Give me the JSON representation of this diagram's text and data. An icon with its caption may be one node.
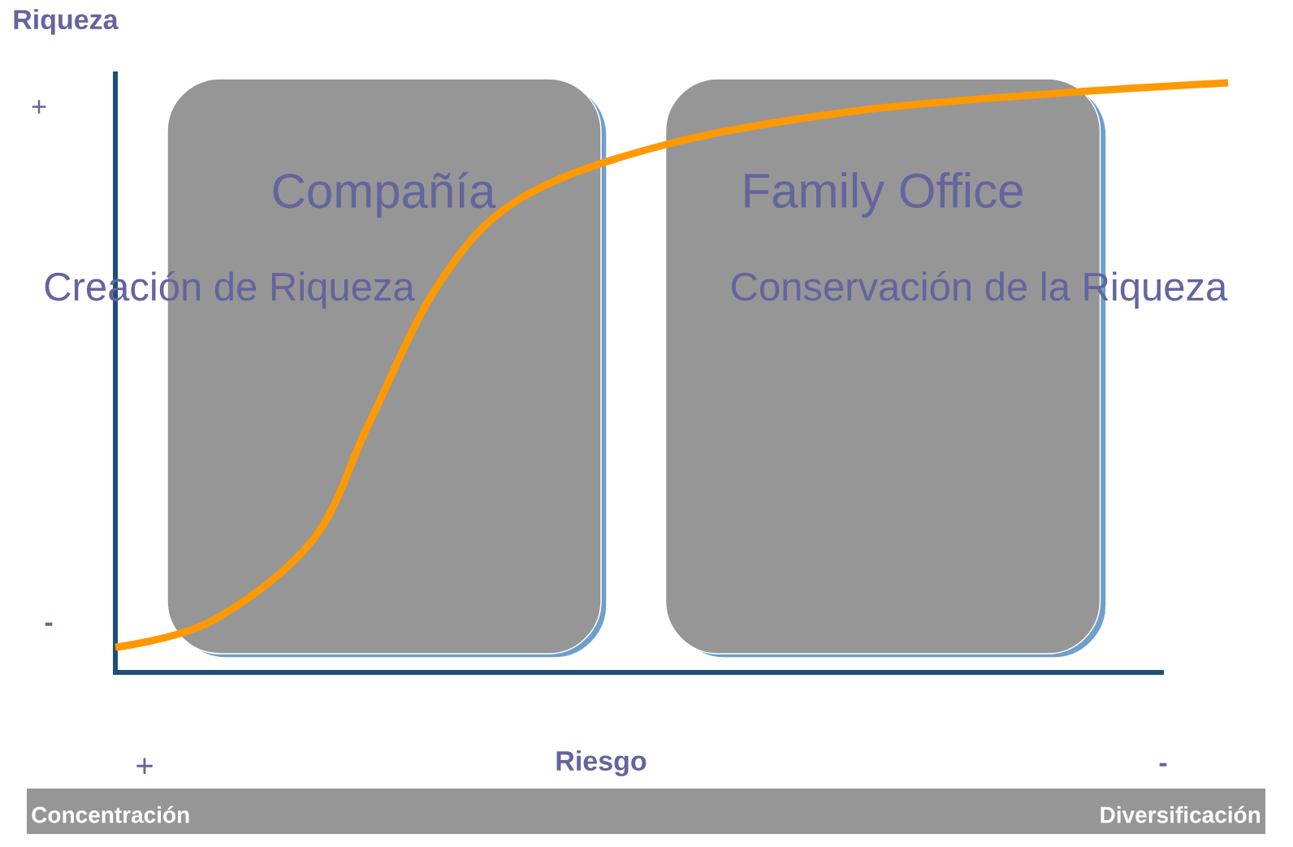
{
  "diagram": {
    "nodes": [
      {
        "text": [
          "Compañía",
          "Creación de Riqueza"
        ]
      },
      {
        "text": [
          "Family Office",
          "Conservación de la Riqueza"
        ]
      },
      {
        "text": [
          "Concentración",
          "Diversificación"
        ]
      }
    ],
    "labels": [
      "Riqueza",
      "+",
      "-",
      "+",
      "Riesgo",
      "-"
    ]
  }
}
